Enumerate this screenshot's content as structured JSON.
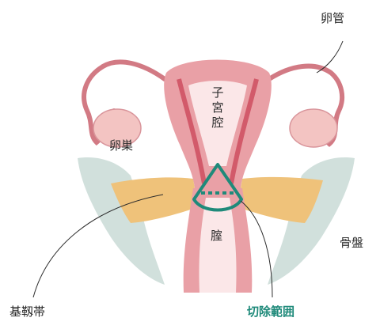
{
  "labels": {
    "fallopian_tube": "卵管",
    "uterine_cavity": "子宮腔",
    "ovary": "卵巣",
    "vagina": "腟",
    "pelvis": "骨盤",
    "cardinal_ligament": "基靱帯",
    "resection_range": "切除範囲"
  },
  "colors": {
    "accent": "#1f8a7a",
    "uterus_wall": "#e9a0a6",
    "uterus_inner": "#d25a6a",
    "ligament": "#efc27a",
    "bone": "#c9dbd6",
    "ovary": "#f3c4c2"
  }
}
